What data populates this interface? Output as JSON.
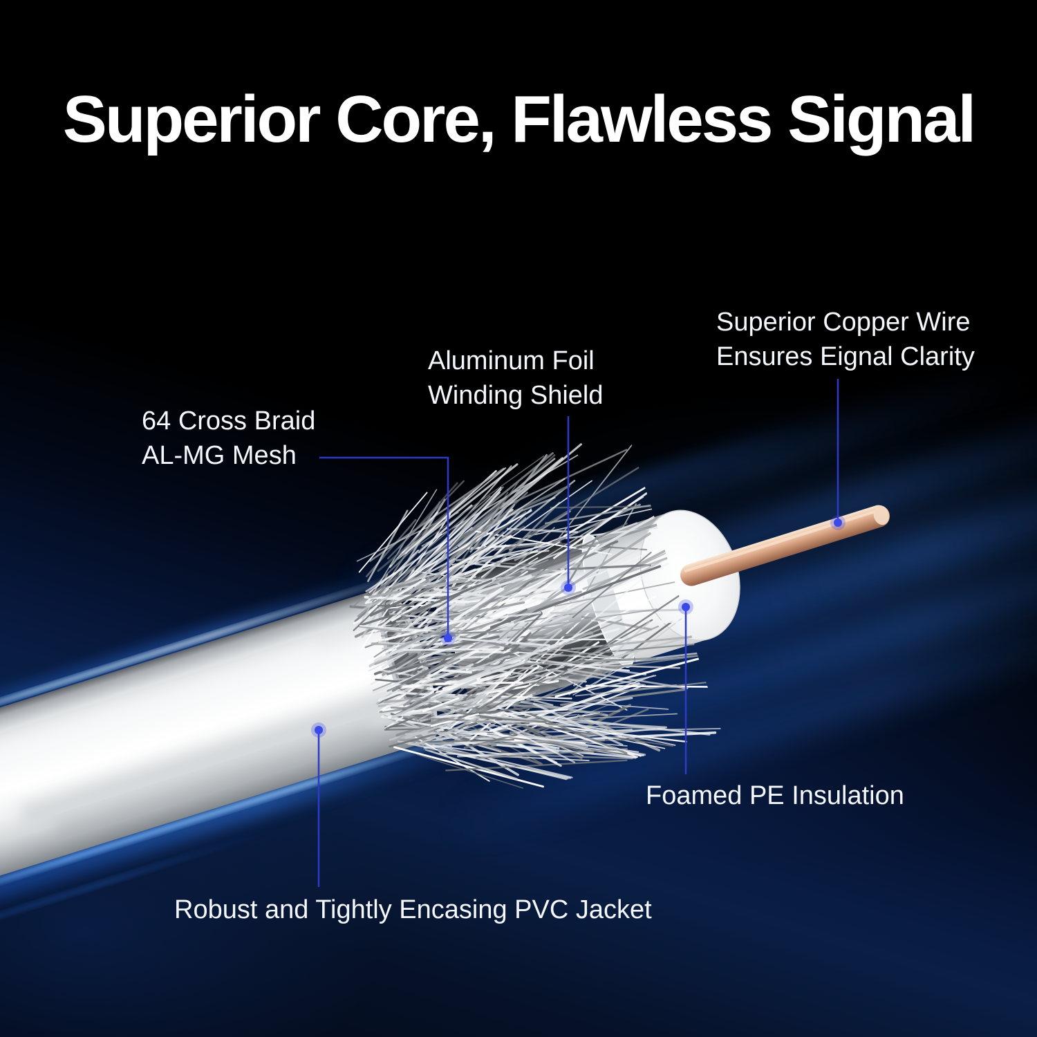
{
  "page": {
    "title": "Superior Core, Flawless Signal"
  },
  "diagram": {
    "labels": {
      "mesh": "64 Cross Braid\nAL-MG Mesh",
      "foil": "Aluminum Foil\nWinding Shield",
      "copper": "Superior Copper Wire\nEnsures Eignal Clarity",
      "pe": "Foamed PE Insulation",
      "pvc": "Robust and Tightly Encasing PVC Jacket"
    },
    "colors": {
      "background": "#000000",
      "navy_glow": "#0a1f46",
      "streak_blue": "#2e6fd6",
      "edge_glow_cyan": "#d6f0ff",
      "edge_glow_blue": "#79b8ff",
      "leader_line": "#2e3ac8",
      "leader_dot": "#3a49e8",
      "jacket_white": "#ffffff",
      "foil_chrome": "#d6dade",
      "pe_white": "#fcfdfd",
      "copper_wire": "#dca98a",
      "text": "#ffffff"
    }
  }
}
